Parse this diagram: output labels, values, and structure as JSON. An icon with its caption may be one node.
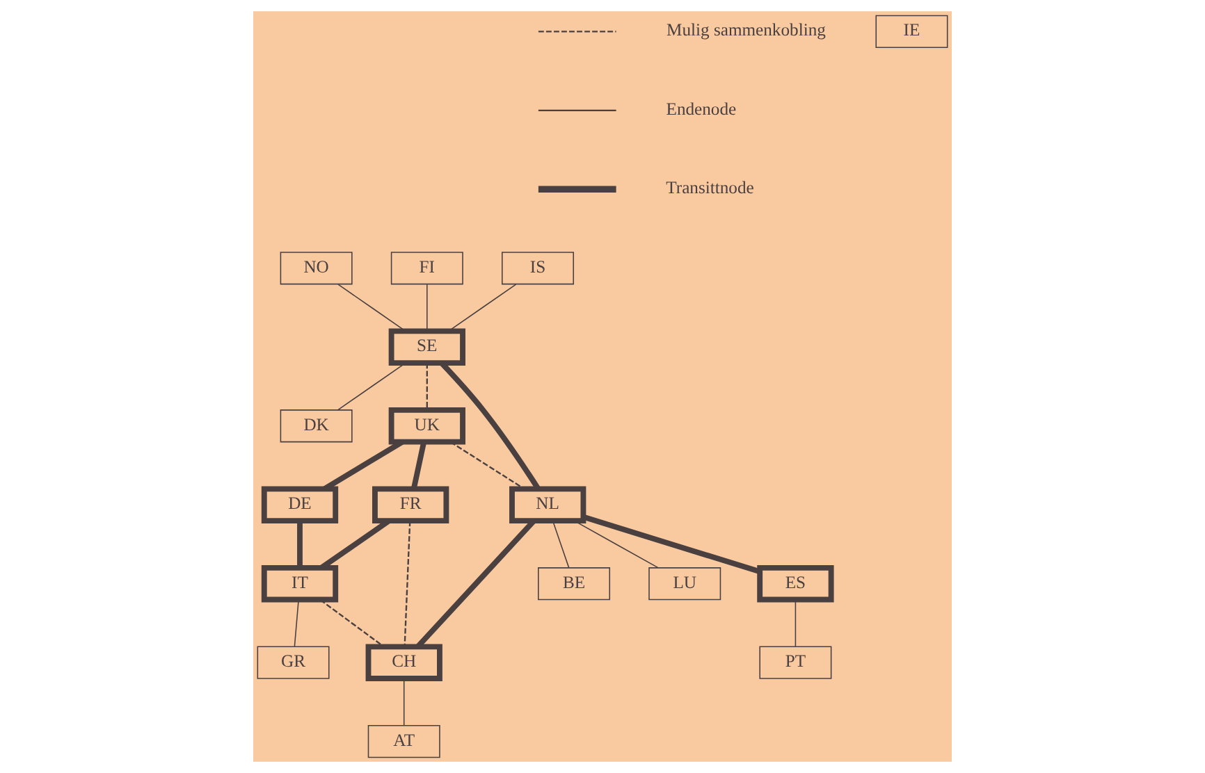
{
  "diagram": {
    "nodes": [
      {
        "text": [
          "IS"
        ]
      },
      {
        "text": [
          "NO"
        ]
      },
      {
        "text": [
          "FI"
        ]
      },
      {
        "text": [
          "SE"
        ]
      },
      {
        "text": [
          "DK"
        ]
      },
      {
        "text": [
          "IE"
        ]
      },
      {
        "text": [
          "UK"
        ]
      },
      {
        "text": [
          "DE"
        ]
      },
      {
        "text": [
          "NL"
        ]
      },
      {
        "text": [
          "CH"
        ]
      },
      {
        "text": [
          "AT"
        ]
      },
      {
        "text": [
          "BE"
        ]
      },
      {
        "text": [
          "LU"
        ]
      },
      {
        "text": [
          "FR"
        ]
      },
      {
        "text": [
          "IT"
        ]
      },
      {
        "text": [
          "ES"
        ]
      },
      {
        "text": [
          "PT"
        ]
      },
      {
        "text": [
          "GR"
        ]
      }
    ],
    "edges": [
      {
        "from": 0,
        "to": 3,
        "arrow": "none"
      },
      {
        "from": 1,
        "to": 3,
        "arrow": "none"
      },
      {
        "from": 2,
        "to": 3,
        "arrow": "none"
      },
      {
        "from": 3,
        "to": 4,
        "arrow": "none"
      },
      {
        "from": 3,
        "to": 6,
        "arrow": "none",
        "style": "dashed"
      },
      {
        "from": 3,
        "to": 8,
        "arrow": "none",
        "style": "thick"
      },
      {
        "from": 6,
        "to": 7,
        "arrow": "none",
        "style": "thick"
      },
      {
        "from": 6,
        "to": 8,
        "arrow": "none",
        "style": "dashed"
      },
      {
        "from": 6,
        "to": 13,
        "arrow": "none",
        "style": "thick"
      },
      {
        "from": 7,
        "to": 14,
        "arrow": "none",
        "style": "thick"
      },
      {
        "from": 8,
        "to": 9,
        "arrow": "none",
        "style": "thick"
      },
      {
        "from": 9,
        "to": 10,
        "arrow": "none"
      },
      {
        "from": 8,
        "to": 11,
        "arrow": "none"
      },
      {
        "from": 8,
        "to": 12,
        "arrow": "none"
      },
      {
        "from": 8,
        "to": 15,
        "arrow": "none",
        "style": "thick"
      },
      {
        "from": 13,
        "to": 14,
        "arrow": "none",
        "style": "thick"
      },
      {
        "from": 13,
        "to": 9,
        "arrow": "none",
        "style": "dashed"
      },
      {
        "from": 14,
        "to": 9,
        "arrow": "none",
        "style": "dashed"
      },
      {
        "from": 14,
        "to": 17,
        "arrow": "none"
      },
      {
        "from": 15,
        "to": 16,
        "arrow": "none"
      }
    ],
    "legend": [
      {
        "text": "Mulig sammenkobling"
      },
      {
        "text": "Endenode"
      },
      {
        "text": "Transittnode"
      }
    ]
  }
}
